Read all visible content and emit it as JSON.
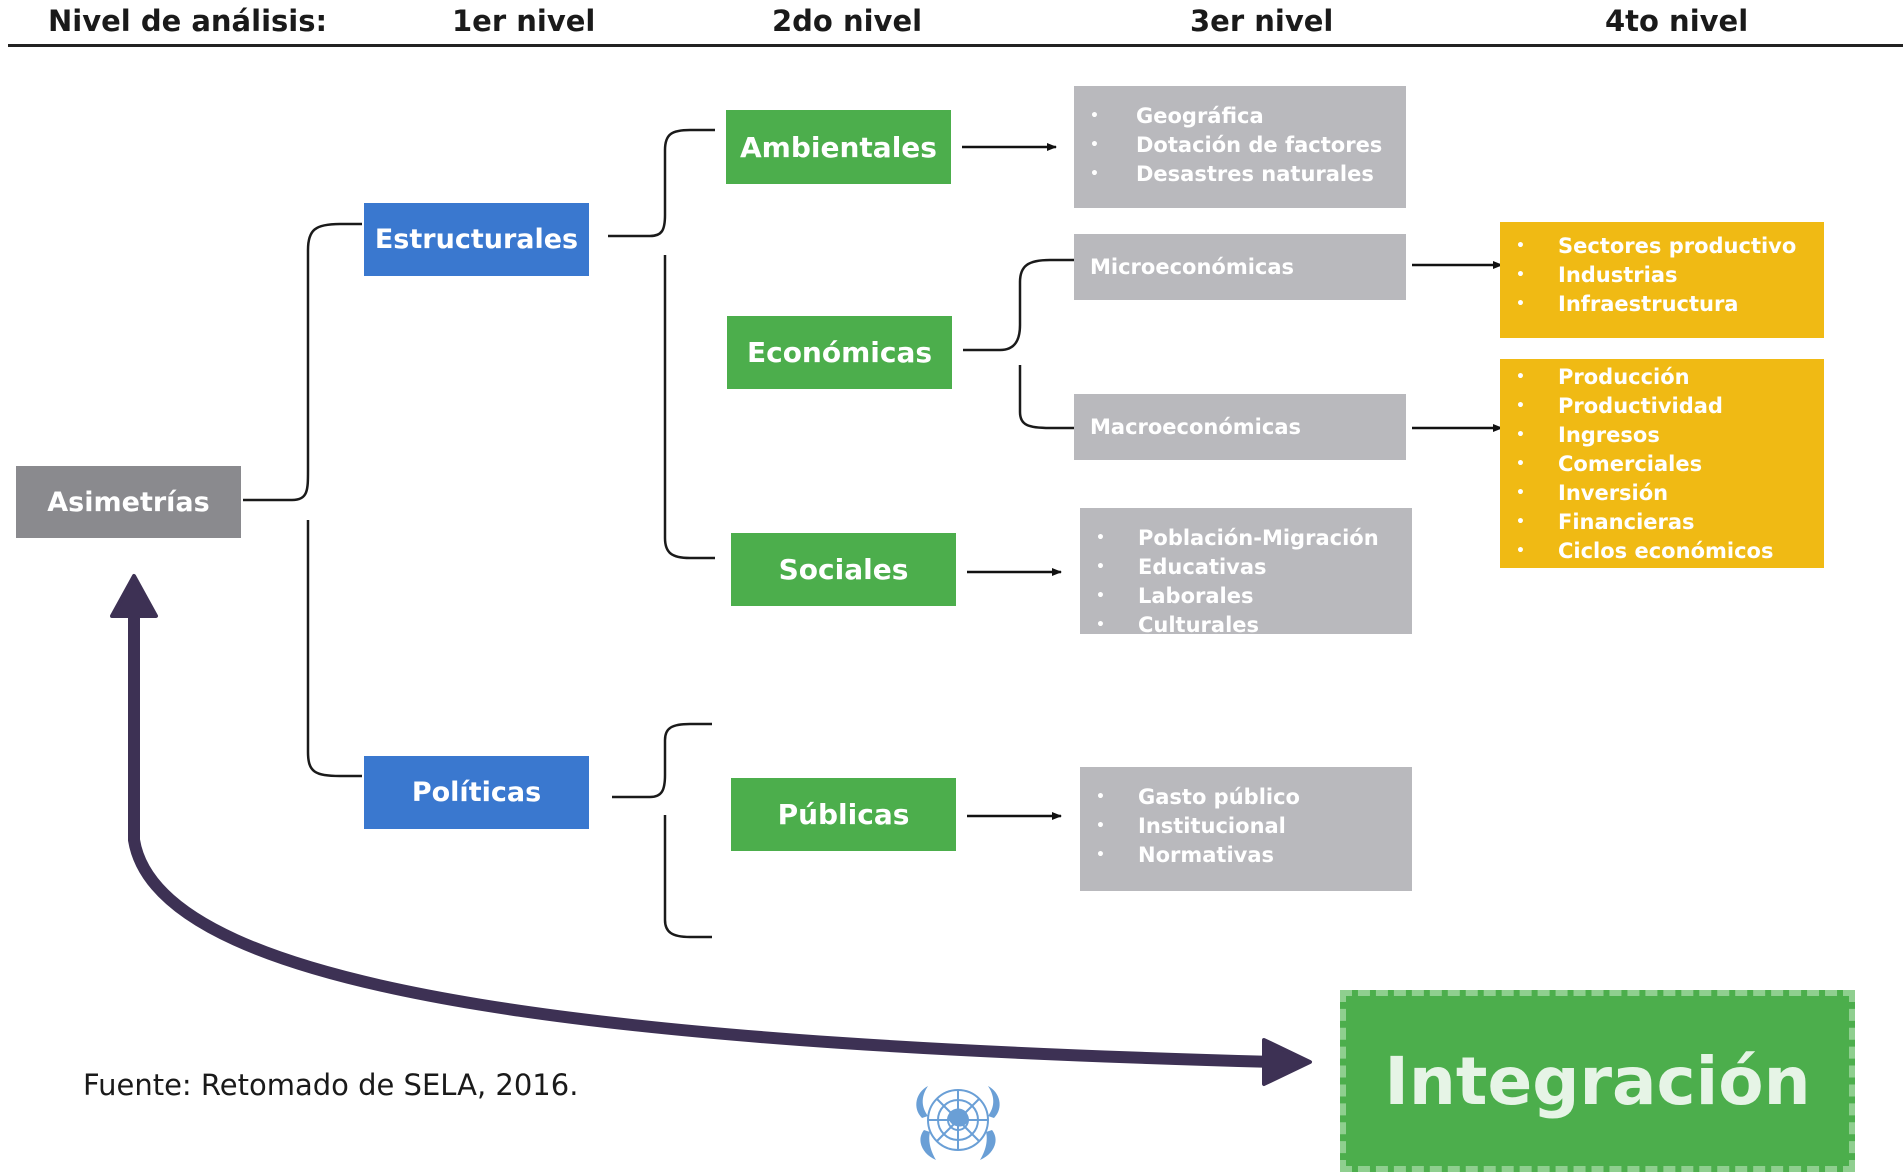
{
  "header": {
    "levels": [
      "Nivel de análisis:",
      "1er nivel",
      "2do nivel",
      "3er nivel",
      "4to nivel"
    ]
  },
  "root": {
    "label": "Asimetrías"
  },
  "level1": {
    "estructurales": "Estructurales",
    "politicas": "Políticas"
  },
  "level2": {
    "ambientales": "Ambientales",
    "economicas": "Económicas",
    "sociales": "Sociales",
    "publicas": "Públicas"
  },
  "level3": {
    "ambientales_items": [
      "Geográfica",
      "Dotación de factores",
      "Desastres naturales"
    ],
    "micro": "Microeconómicas",
    "macro": "Macroeconómicas",
    "sociales_items": [
      "Población-Migración",
      "Educativas",
      "Laborales",
      "Culturales"
    ],
    "publicas_items": [
      "Gasto público",
      "Institucional",
      "Normativas"
    ]
  },
  "level4": {
    "micro_items": [
      "Sectores productivo",
      "Industrias",
      "Infraestructura"
    ],
    "macro_items": [
      "Producción",
      "Productividad",
      "Ingresos",
      "Comerciales",
      "Inversión",
      "Financieras",
      "Ciclos económicos"
    ]
  },
  "integration": {
    "label": "Integración"
  },
  "source": "Fuente: Retomado de SELA, 2016.",
  "colors": {
    "root": "#8a8a8e",
    "level1": "#3a78cf",
    "level2": "#4cae4c",
    "level3": "#b9b9bd",
    "level4": "#f0ba14",
    "feedback_arrow": "#3d3154"
  }
}
